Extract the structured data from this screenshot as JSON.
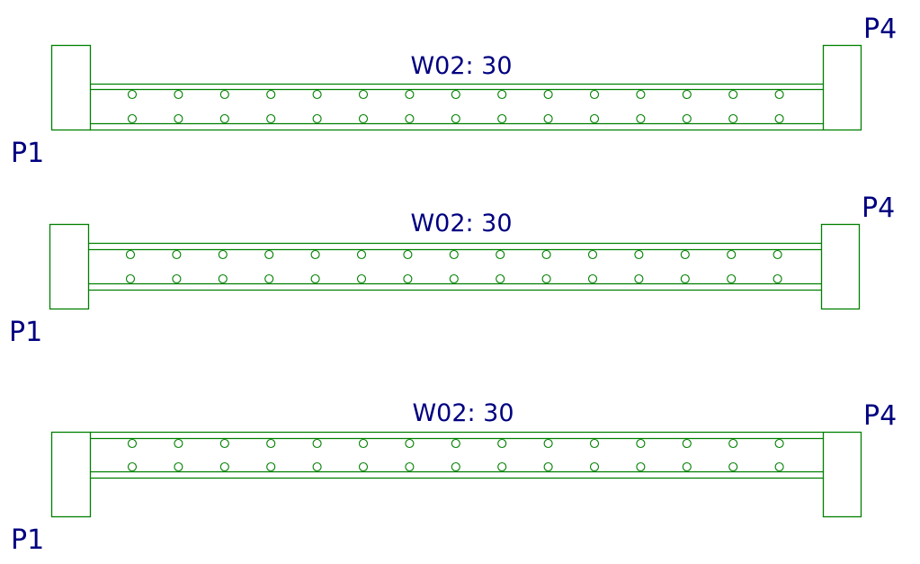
{
  "colors": {
    "line": "#008000",
    "text": "#000080"
  },
  "beams": [
    {
      "title": "W02: 30",
      "start_label": "P1",
      "end_label": "P4",
      "hole_columns": 15,
      "hole_rows": 2
    },
    {
      "title": "W02: 30",
      "start_label": "P1",
      "end_label": "P4",
      "hole_columns": 15,
      "hole_rows": 2
    },
    {
      "title": "W02: 30",
      "start_label": "P1",
      "end_label": "P4",
      "hole_columns": 15,
      "hole_rows": 2
    }
  ]
}
